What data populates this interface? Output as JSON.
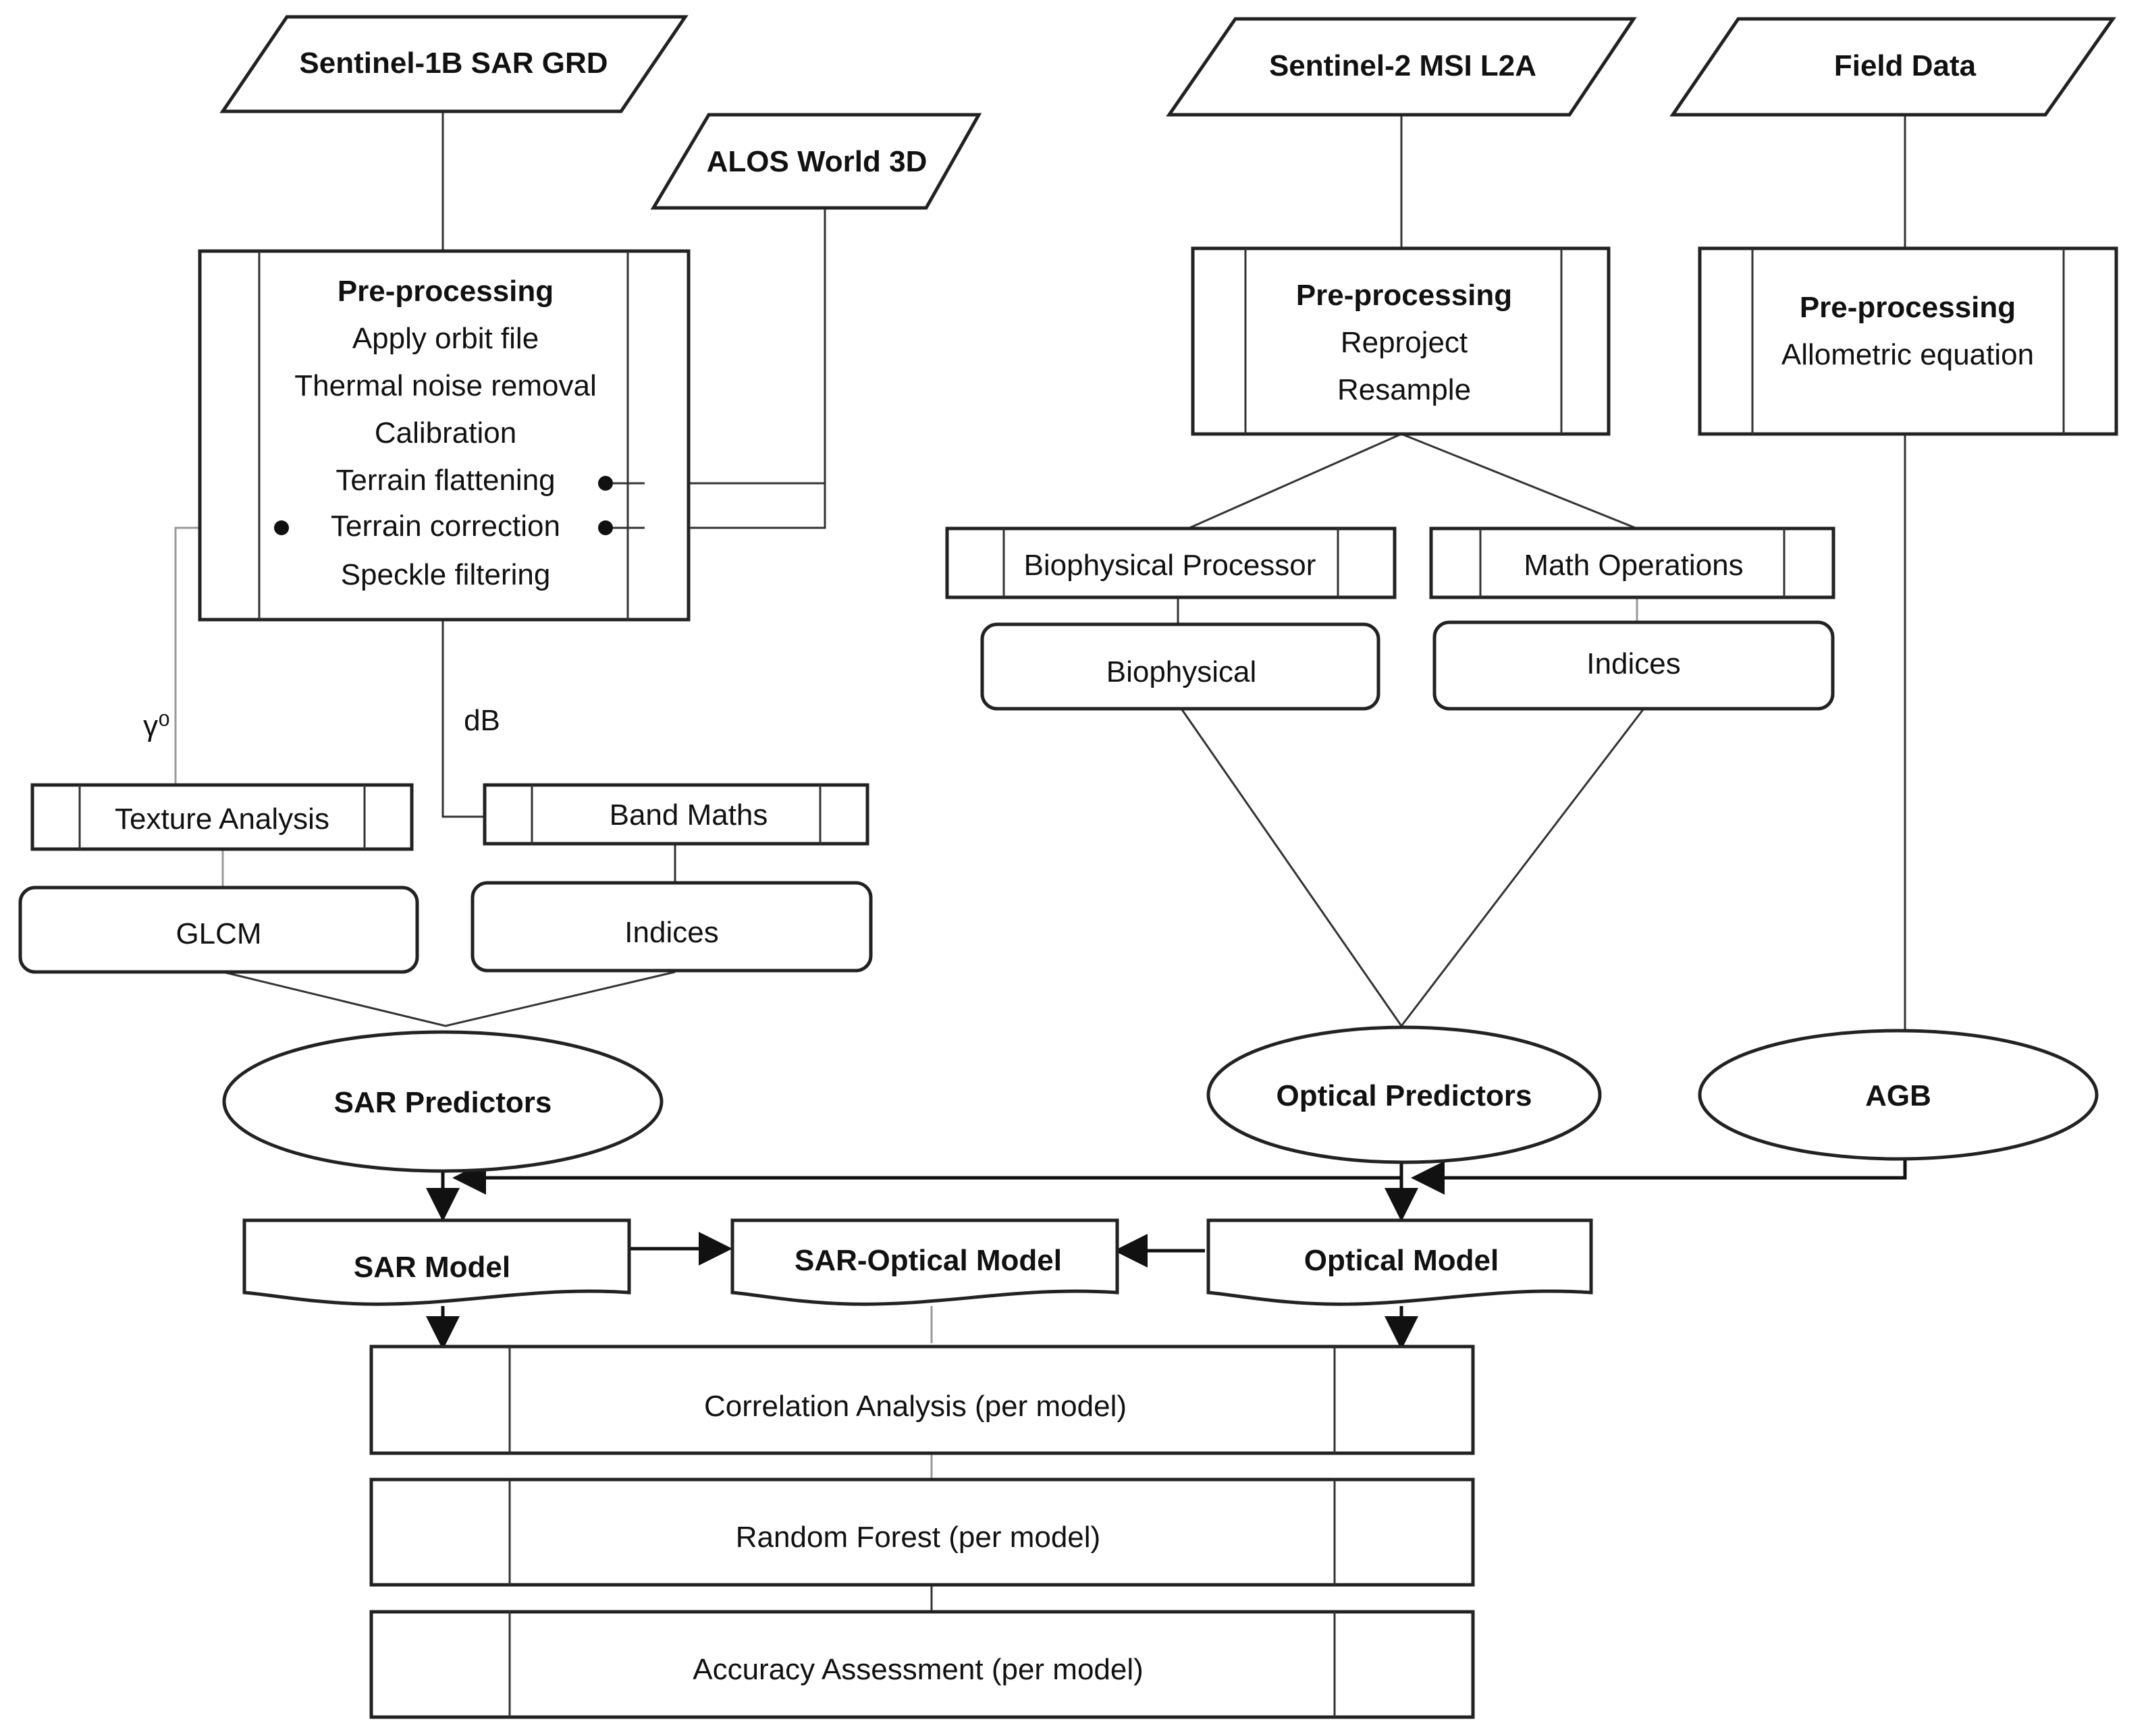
{
  "inputs": {
    "sentinel1": "Sentinel-1B SAR GRD",
    "alos": "ALOS World 3D",
    "sentinel2": "Sentinel-2 MSI L2A",
    "field": "Field Data"
  },
  "sar_preprocessing": {
    "title": "Pre-processing",
    "steps": [
      "Apply orbit file",
      "Thermal noise removal",
      "Calibration",
      "Terrain flattening",
      "Terrain correction",
      "Speckle filtering"
    ]
  },
  "optical_preprocessing": {
    "title": "Pre-processing",
    "steps": [
      "Reproject",
      "Resample"
    ]
  },
  "field_preprocessing": {
    "title": "Pre-processing",
    "steps": [
      "Allometric equation"
    ]
  },
  "edge_labels": {
    "gamma": "γ⁰",
    "db": "dB"
  },
  "processes": {
    "texture": "Texture Analysis",
    "band_maths": "Band Maths",
    "biophysical_processor": "Biophysical Processor",
    "math_operations": "Math Operations"
  },
  "products": {
    "glcm": "GLCM",
    "sar_indices": "Indices",
    "biophysical": "Biophysical",
    "optical_indices": "Indices"
  },
  "predictors": {
    "sar": "SAR Predictors",
    "optical": "Optical Predictors",
    "agb": "AGB"
  },
  "models": {
    "sar": "SAR Model",
    "sar_optical": "SAR-Optical Model",
    "optical": "Optical Model"
  },
  "analysis": {
    "correlation": "Correlation Analysis (per model)",
    "random_forest": "Random Forest (per model)",
    "accuracy": "Accuracy Assessment (per model)"
  }
}
